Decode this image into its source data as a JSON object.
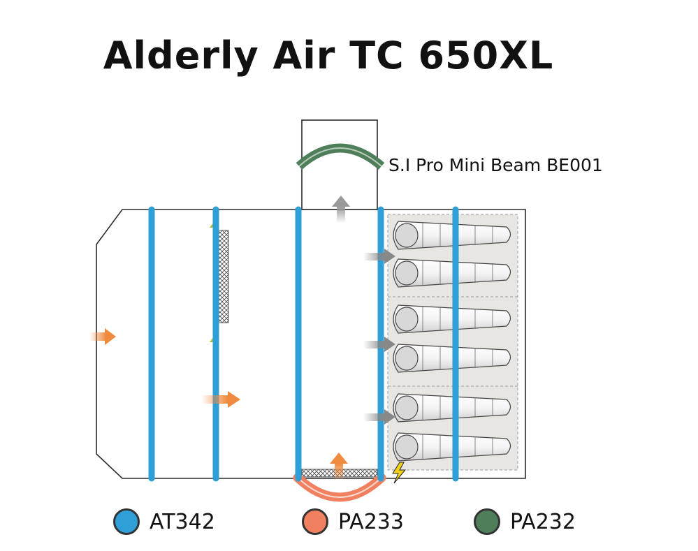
{
  "title": "Alderly Air TC 650XL",
  "callout": "S.I Pro Mini Beam BE001",
  "colors": {
    "at342": "#2f9fd8",
    "pa233": "#f08060",
    "pa232": "#4f7f5a",
    "flow_arrow": "#f08a3e",
    "exhaust_arrow": "#9a9a9a",
    "outline": "#2a2a2a",
    "nozzle_panel": "#e8e6e2",
    "spark": "#f2d21b"
  },
  "legend": [
    {
      "label": "AT342",
      "color": "#2f9fd8"
    },
    {
      "label": "PA233",
      "color": "#f08060"
    },
    {
      "label": "PA232",
      "color": "#4f7f5a"
    }
  ]
}
